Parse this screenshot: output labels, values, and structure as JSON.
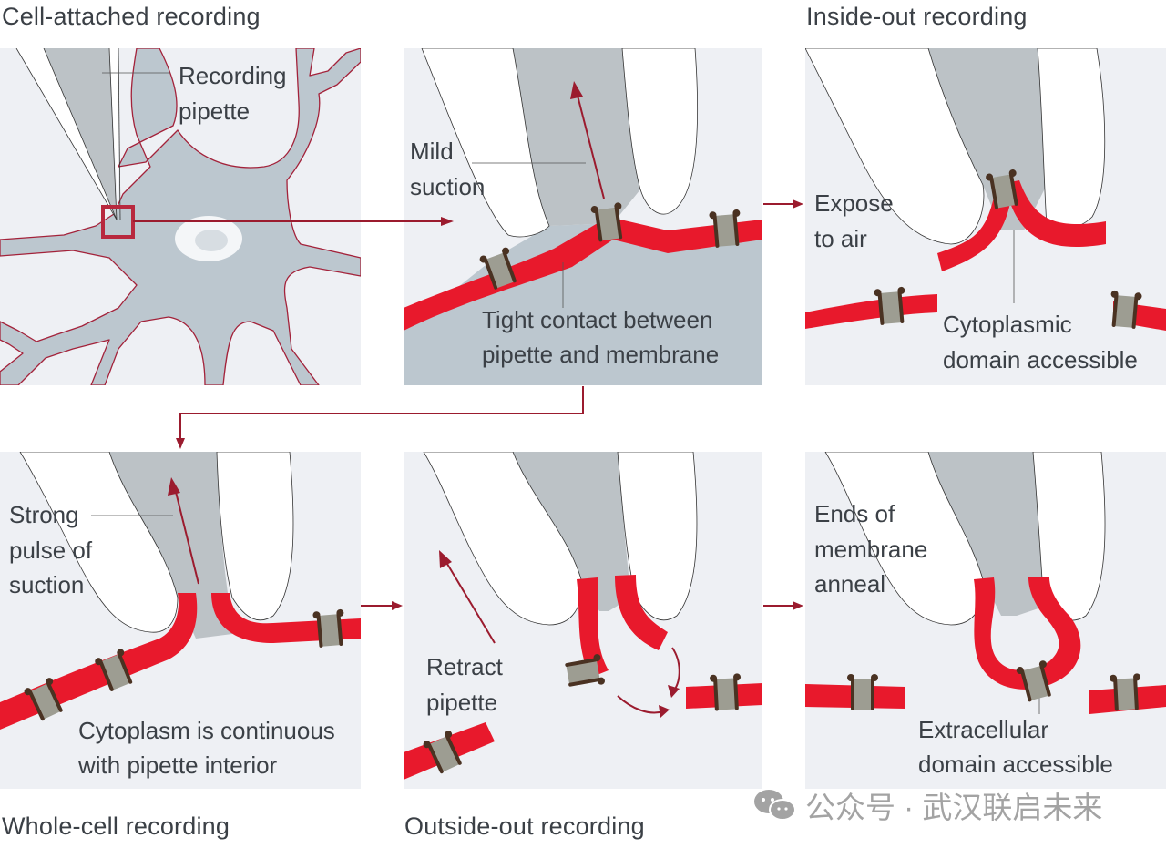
{
  "figure": {
    "colors": {
      "membrane": "#e8192c",
      "pipette_interior": "#bcc2c6",
      "cytoplasm": "#bcc7cf",
      "background_panel": "#eef0f4",
      "arrow": "#9b1b2e",
      "channel": "#9d9d92",
      "channel_cap": "#4a3222",
      "text": "#3b4046"
    },
    "panels": [
      {
        "id": "cell-attached",
        "title": "Cell-attached recording",
        "labels": [
          "Recording",
          "pipette"
        ]
      },
      {
        "id": "cell-attached-detail",
        "title": "",
        "labels": [
          "Mild",
          "suction",
          "Tight contact between",
          "pipette and membrane"
        ]
      },
      {
        "id": "inside-out",
        "title": "Inside-out recording",
        "labels": [
          "Expose",
          "to air",
          "Cytoplasmic",
          "domain accessible"
        ]
      },
      {
        "id": "whole-cell",
        "title": "Whole-cell recording",
        "labels": [
          "Strong",
          "pulse of",
          "suction",
          "Cytoplasm is continuous",
          "with pipette interior"
        ]
      },
      {
        "id": "outside-out",
        "title": "Outside-out recording",
        "labels": [
          "Retract",
          "pipette"
        ]
      },
      {
        "id": "outside-out-anneal",
        "title": "",
        "labels": [
          "Ends of",
          "membrane",
          "anneal",
          "Extracellular",
          "domain accessible"
        ]
      }
    ]
  },
  "watermark": {
    "icon": "wechat-icon",
    "text": "公众号 · 武汉联启未来"
  }
}
